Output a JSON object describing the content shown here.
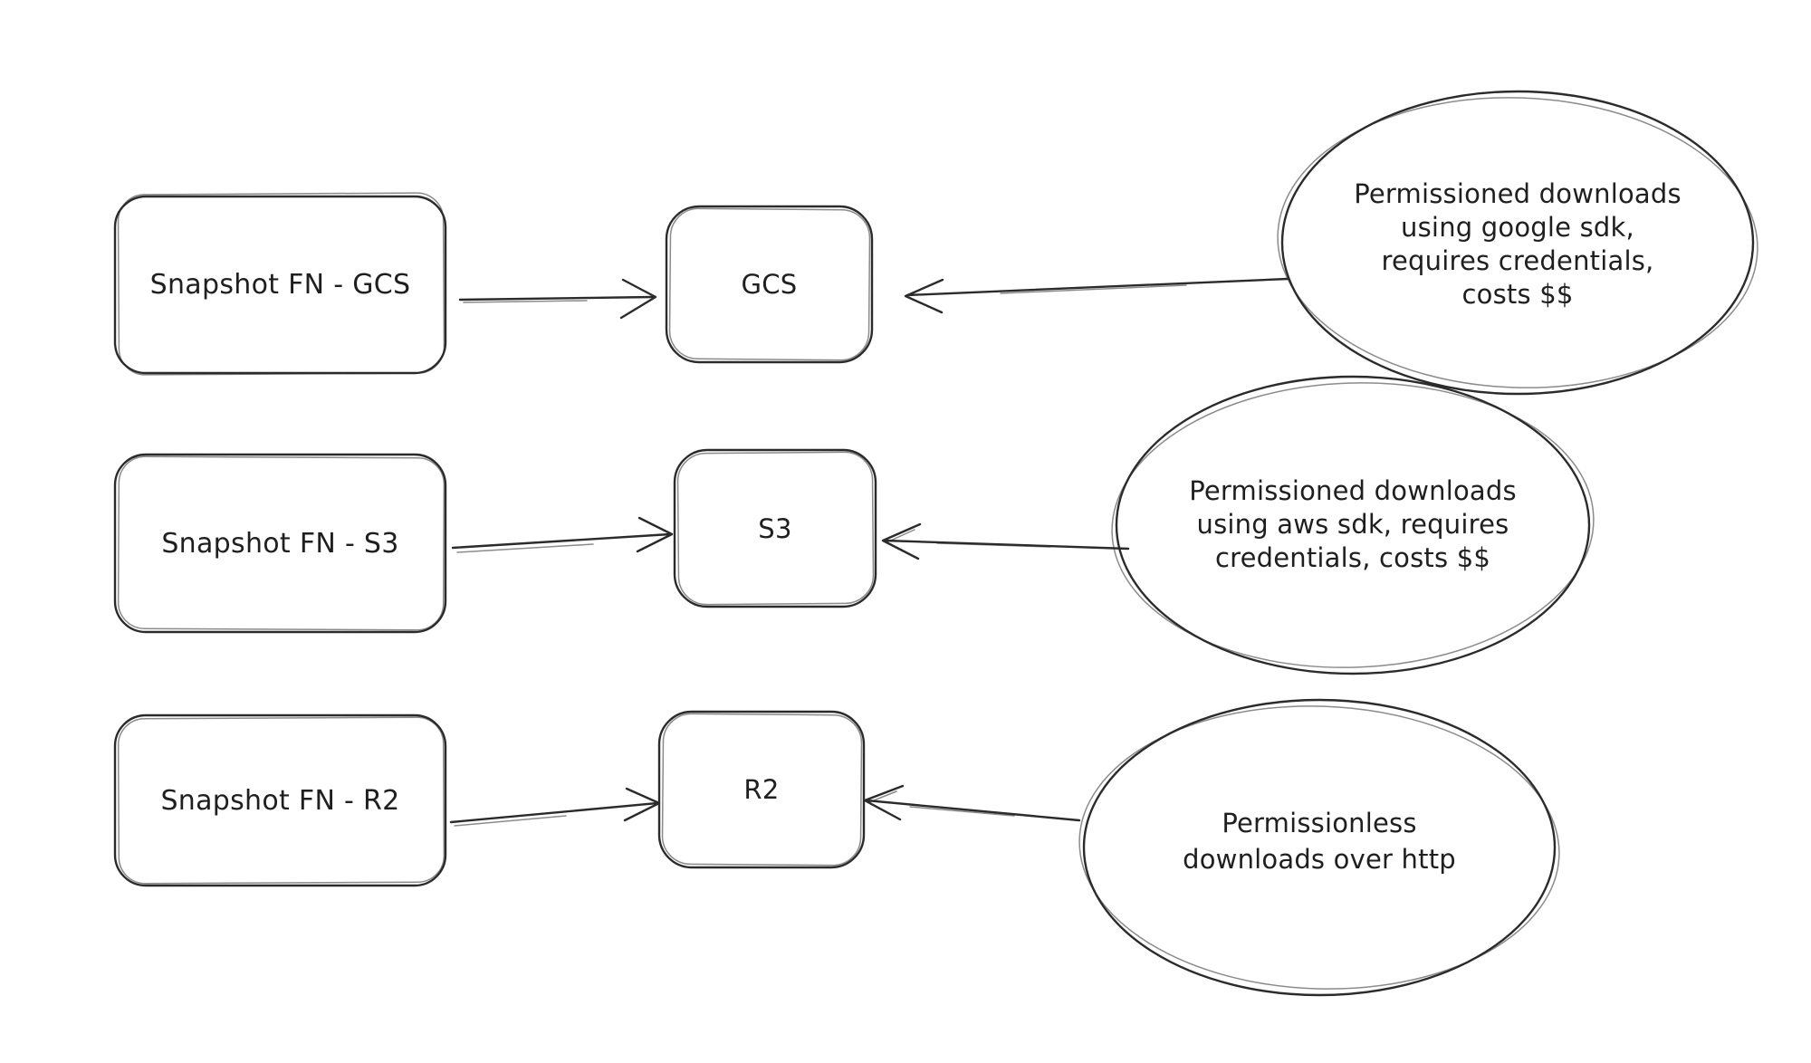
{
  "diagram": {
    "background": "#ffffff",
    "stroke_color": "#2b2b2b",
    "text_color": "#1f1f1f",
    "rows": [
      {
        "id": "gcs",
        "source_label": "Snapshot FN - GCS",
        "target_label": "GCS",
        "note_lines": [
          "Permissioned downloads",
          "using google sdk,",
          "requires credentials,",
          "costs $$"
        ]
      },
      {
        "id": "s3",
        "source_label": "Snapshot FN - S3",
        "target_label": "S3",
        "note_lines": [
          "Permissioned downloads",
          "using aws sdk, requires",
          "credentials, costs $$"
        ]
      },
      {
        "id": "r2",
        "source_label": "Snapshot FN - R2",
        "target_label": "R2",
        "note_lines": [
          "Permissionless",
          "downloads over http"
        ]
      }
    ]
  }
}
